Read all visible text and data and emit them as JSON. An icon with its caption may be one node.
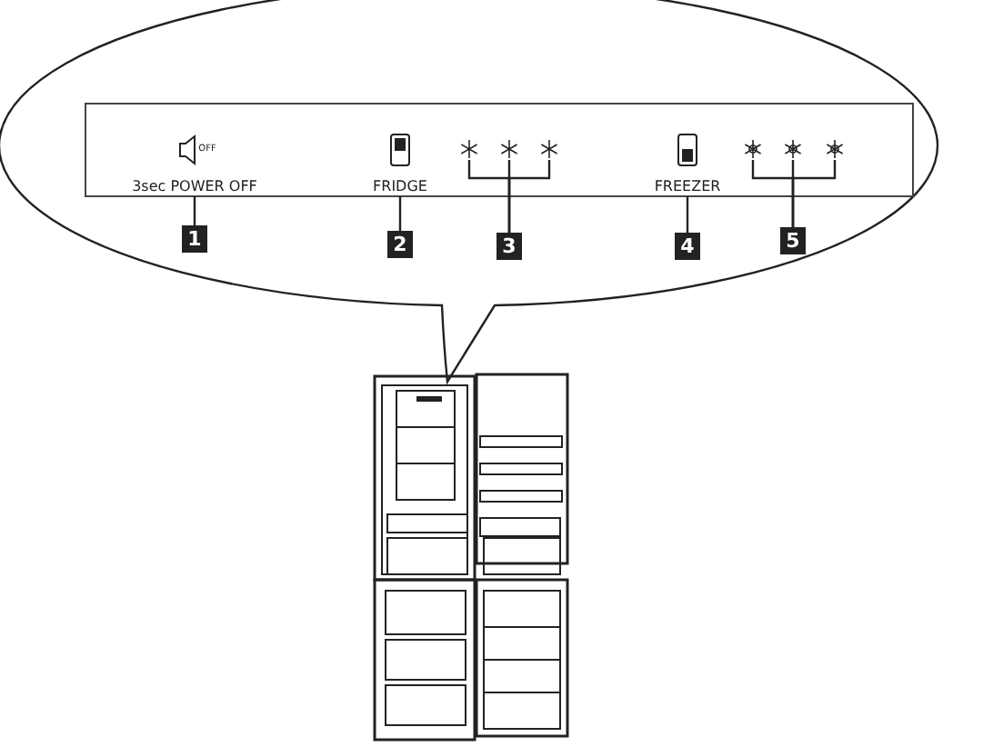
{
  "diagram": {
    "nodes": [
      {
        "text": [
          "3sec POWER OFF"
        ]
      },
      {
        "text": [
          "1"
        ]
      },
      {
        "text": [
          "FRIDGE"
        ]
      },
      {
        "text": [
          "2"
        ]
      },
      {
        "text": [],
        "shape": "star"
      },
      {
        "text": [],
        "shape": "star"
      },
      {
        "text": [],
        "shape": "star"
      },
      {
        "text": [
          "3"
        ]
      },
      {
        "text": [
          "FREEZER"
        ]
      },
      {
        "text": [
          "4"
        ]
      },
      {
        "text": [],
        "shape": "star"
      },
      {
        "text": [],
        "shape": "star"
      },
      {
        "text": [],
        "shape": "star"
      },
      {
        "text": [
          "5"
        ]
      }
    ],
    "edges": [
      {
        "from": 1,
        "to": 0,
        "arrow": "none"
      },
      {
        "from": 3,
        "to": 2,
        "arrow": "none"
      },
      {
        "from": 4,
        "to": 7,
        "arrow": "none"
      },
      {
        "from": 5,
        "to": 7,
        "arrow": "none"
      },
      {
        "from": 6,
        "to": 7,
        "arrow": "none"
      },
      {
        "from": 9,
        "to": 8,
        "arrow": "none"
      },
      {
        "from": 10,
        "to": 13,
        "arrow": "none"
      },
      {
        "from": 11,
        "to": 13,
        "arrow": "none"
      },
      {
        "from": 12,
        "to": 13,
        "arrow": "none"
      }
    ],
    "labels": [
      "OFF"
    ]
  }
}
